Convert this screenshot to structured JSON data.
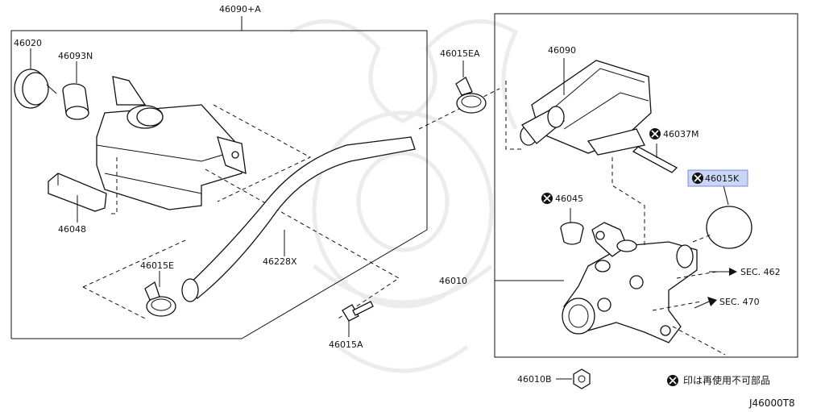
{
  "labels": {
    "assy_left": "46090+A",
    "cap": "46020",
    "strainer": "46093N",
    "clamp_ea": "46015EA",
    "reservoir": "46090",
    "pin": "46037M",
    "oring": "46015K",
    "grommet": "46045",
    "sensor": "46048",
    "clamp_e": "46015E",
    "hose": "46228X",
    "cylinder": "46010",
    "sec462": "SEC. 462",
    "sec470": "SEC. 470",
    "bolt_a": "46015A",
    "nut_b": "46010B"
  },
  "legend": {
    "text": "印は再使用不可部品"
  },
  "diagram_id": "J46000T8",
  "highlight_color": "#c9d6f5",
  "icons": {
    "non_reusable": "x-circle-icon"
  }
}
